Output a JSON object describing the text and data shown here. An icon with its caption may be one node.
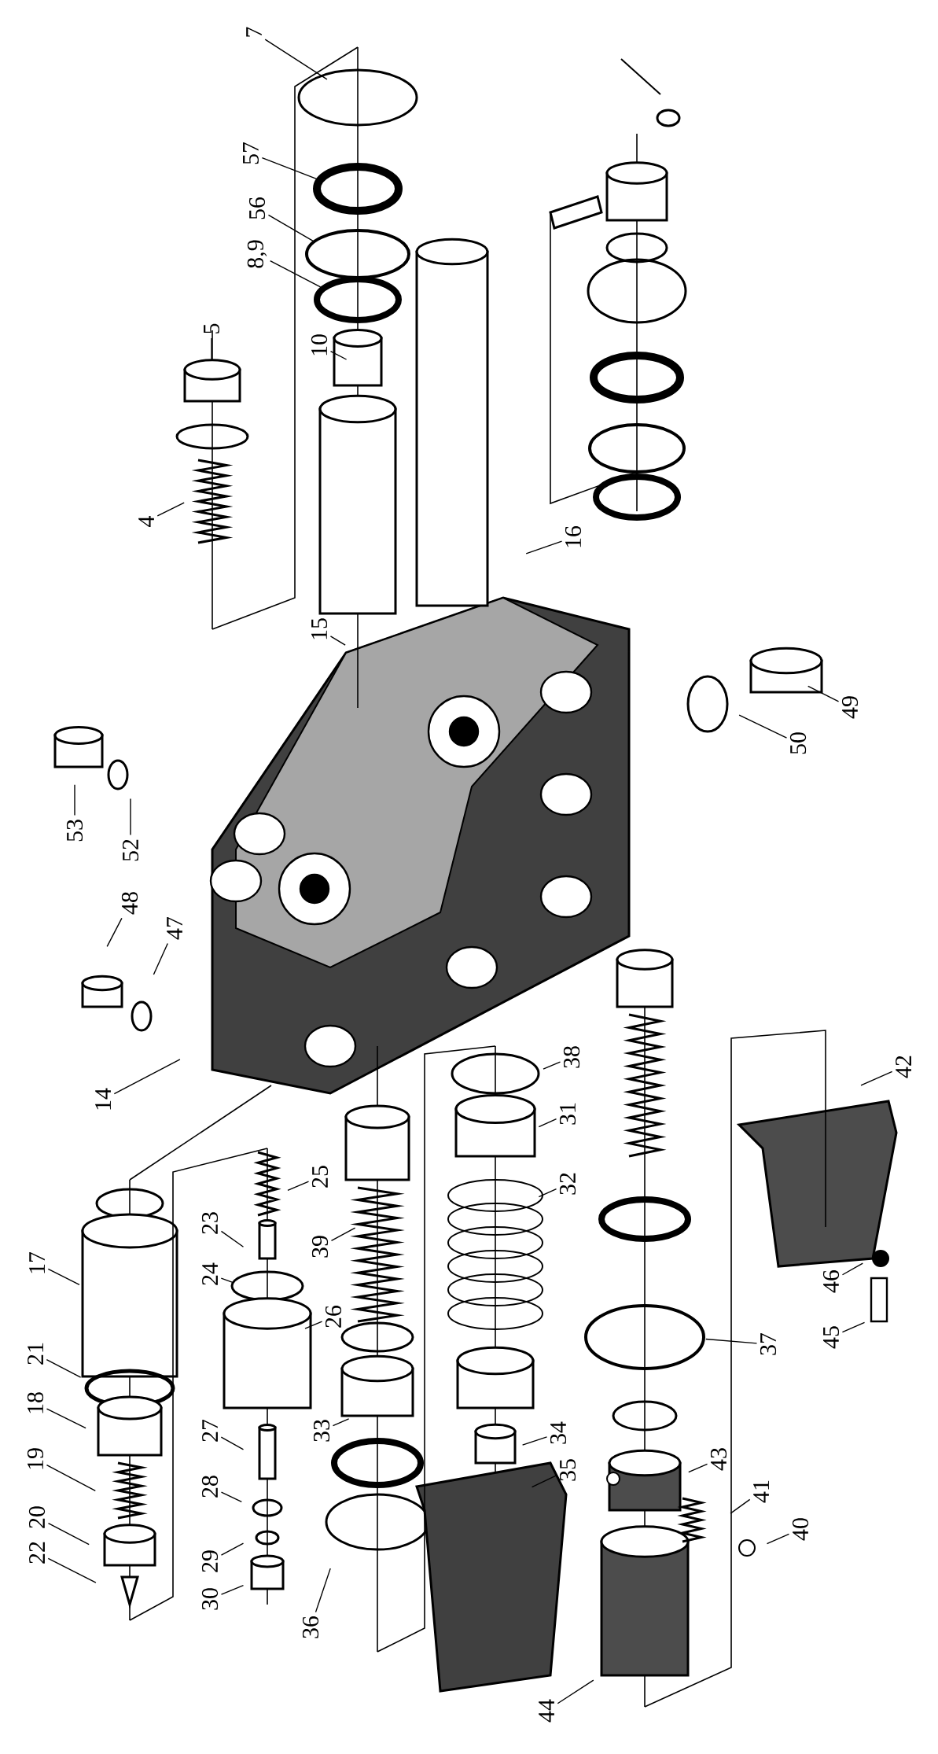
{
  "diagram": {
    "nodes": [
      {
        "text": [
          "7"
        ]
      },
      {
        "text": [
          "57"
        ]
      },
      {
        "text": [
          "56"
        ]
      },
      {
        "text": [
          "8,9"
        ]
      },
      {
        "text": [
          "10"
        ]
      },
      {
        "text": [
          "5"
        ]
      },
      {
        "text": [
          "4"
        ]
      },
      {
        "text": [
          "16"
        ]
      },
      {
        "text": [
          "15"
        ]
      },
      {
        "text": [
          "49"
        ]
      },
      {
        "text": [
          "50"
        ]
      },
      {
        "text": [
          "53"
        ]
      },
      {
        "text": [
          "52"
        ]
      },
      {
        "text": [
          "48"
        ]
      },
      {
        "text": [
          "47"
        ]
      },
      {
        "text": [
          "14"
        ]
      },
      {
        "text": [
          "42"
        ]
      },
      {
        "text": [
          "38"
        ]
      },
      {
        "text": [
          "31"
        ]
      },
      {
        "text": [
          "32"
        ]
      },
      {
        "text": [
          "25"
        ]
      },
      {
        "text": [
          "23"
        ]
      },
      {
        "text": [
          "24"
        ]
      },
      {
        "text": [
          "26"
        ]
      },
      {
        "text": [
          "39"
        ]
      },
      {
        "text": [
          "17"
        ]
      },
      {
        "text": [
          "21"
        ]
      },
      {
        "text": [
          "18"
        ]
      },
      {
        "text": [
          "19"
        ]
      },
      {
        "text": [
          "20"
        ]
      },
      {
        "text": [
          "22"
        ]
      },
      {
        "text": [
          "27"
        ]
      },
      {
        "text": [
          "28"
        ]
      },
      {
        "text": [
          "29"
        ]
      },
      {
        "text": [
          "30"
        ]
      },
      {
        "text": [
          "33"
        ]
      },
      {
        "text": [
          "34"
        ]
      },
      {
        "text": [
          "35"
        ]
      },
      {
        "text": [
          "36"
        ]
      },
      {
        "text": [
          "37"
        ]
      },
      {
        "text": [
          "46"
        ]
      },
      {
        "text": [
          "45"
        ]
      },
      {
        "text": [
          "43"
        ]
      },
      {
        "text": [
          "41"
        ]
      },
      {
        "text": [
          "40"
        ]
      },
      {
        "text": [
          "44"
        ]
      }
    ],
    "edges": [
      {
        "from": 0,
        "to": null,
        "arrow": "none"
      },
      {
        "from": 1,
        "to": null,
        "arrow": "none"
      },
      {
        "from": 2,
        "to": null,
        "arrow": "none"
      },
      {
        "from": 3,
        "to": null,
        "arrow": "none"
      },
      {
        "from": 4,
        "to": null,
        "arrow": "none"
      },
      {
        "from": 5,
        "to": null,
        "arrow": "none"
      },
      {
        "from": 6,
        "to": null,
        "arrow": "none"
      },
      {
        "from": 7,
        "to": null,
        "arrow": "none"
      },
      {
        "from": 8,
        "to": null,
        "arrow": "none"
      },
      {
        "from": 9,
        "to": null,
        "arrow": "none"
      },
      {
        "from": 10,
        "to": null,
        "arrow": "none"
      },
      {
        "from": 11,
        "to": null,
        "arrow": "none"
      },
      {
        "from": 12,
        "to": null,
        "arrow": "none"
      },
      {
        "from": 13,
        "to": null,
        "arrow": "none"
      },
      {
        "from": 14,
        "to": null,
        "arrow": "none"
      },
      {
        "from": 15,
        "to": null,
        "arrow": "none"
      },
      {
        "from": 16,
        "to": null,
        "arrow": "none"
      },
      {
        "from": 17,
        "to": null,
        "arrow": "none"
      },
      {
        "from": 18,
        "to": null,
        "arrow": "none"
      },
      {
        "from": 19,
        "to": null,
        "arrow": "none"
      },
      {
        "from": 20,
        "to": null,
        "arrow": "none"
      },
      {
        "from": 21,
        "to": null,
        "arrow": "none"
      },
      {
        "from": 22,
        "to": null,
        "arrow": "none"
      },
      {
        "from": 23,
        "to": null,
        "arrow": "none"
      },
      {
        "from": 24,
        "to": null,
        "arrow": "none"
      },
      {
        "from": 25,
        "to": null,
        "arrow": "none"
      },
      {
        "from": 26,
        "to": null,
        "arrow": "none"
      },
      {
        "from": 27,
        "to": null,
        "arrow": "none"
      },
      {
        "from": 28,
        "to": null,
        "arrow": "none"
      },
      {
        "from": 29,
        "to": null,
        "arrow": "none"
      },
      {
        "from": 30,
        "to": null,
        "arrow": "none"
      },
      {
        "from": 31,
        "to": null,
        "arrow": "none"
      },
      {
        "from": 32,
        "to": null,
        "arrow": "none"
      },
      {
        "from": 33,
        "to": null,
        "arrow": "none"
      },
      {
        "from": 34,
        "to": null,
        "arrow": "none"
      },
      {
        "from": 35,
        "to": null,
        "arrow": "none"
      },
      {
        "from": 36,
        "to": null,
        "arrow": "none"
      },
      {
        "from": 37,
        "to": null,
        "arrow": "none"
      },
      {
        "from": 38,
        "to": null,
        "arrow": "none"
      },
      {
        "from": 39,
        "to": null,
        "arrow": "none"
      },
      {
        "from": 40,
        "to": null,
        "arrow": "none"
      },
      {
        "from": 41,
        "to": null,
        "arrow": "none"
      },
      {
        "from": 42,
        "to": null,
        "arrow": "none"
      },
      {
        "from": 43,
        "to": null,
        "arrow": "none"
      },
      {
        "from": 44,
        "to": null,
        "arrow": "none"
      },
      {
        "from": 45,
        "to": null,
        "arrow": "none"
      }
    ]
  }
}
